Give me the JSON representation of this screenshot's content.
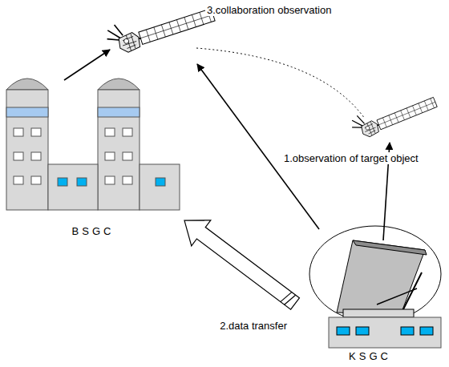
{
  "diagram": {
    "nodes": [
      {
        "text": [
          "BSGC"
        ]
      },
      {
        "text": [
          "KSGC"
        ]
      }
    ],
    "edges": [
      {
        "from": 1,
        "to": 0,
        "label": "2.data transfer",
        "arrow": "to"
      }
    ],
    "labels": [
      "3.collaboration observation",
      "1.observation of target object"
    ]
  }
}
